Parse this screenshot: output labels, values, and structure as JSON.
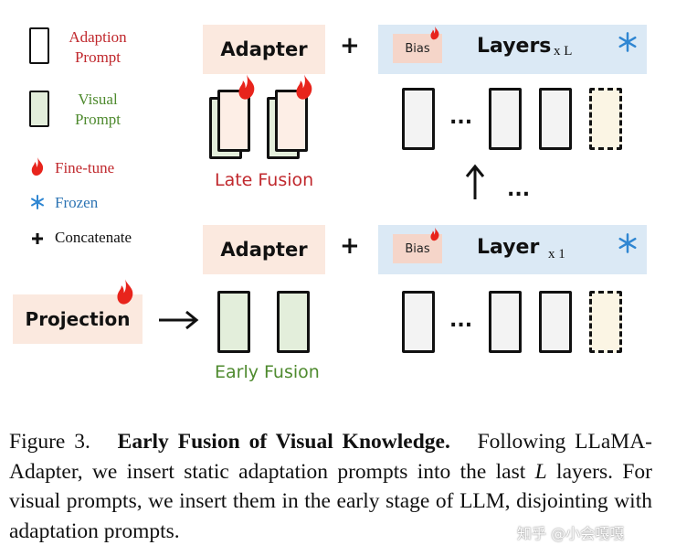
{
  "legend": {
    "adaption_prompt_line1": "Adaption",
    "adaption_prompt_line2": "Prompt",
    "visual_prompt_line1": "Visual",
    "visual_prompt_line2": "Prompt",
    "fine_tune": "Fine-tune",
    "frozen": "Frozen",
    "concatenate": "Concatenate"
  },
  "colors": {
    "adaption_text": "#c0282d",
    "visual_text": "#4e8a2e",
    "frozen_text": "#2b73b3",
    "fire": "#e8241c",
    "snowflake": "#2f86d2",
    "adapter_bg": "#fbe9df",
    "layers_bg": "#dbe9f5"
  },
  "top_row": {
    "adapter": "Adapter",
    "plus": "+",
    "bias": "Bias",
    "layers": "Layers",
    "multiplier": "x L",
    "fusion_label": "Late Fusion",
    "ellipsis": "...",
    "up_ellipsis": "..."
  },
  "bottom_row": {
    "adapter": "Adapter",
    "plus": "+",
    "bias": "Bias",
    "layer": "Layer",
    "multiplier": "x 1",
    "projection": "Projection",
    "arrow": "→",
    "fusion_label": "Early Fusion",
    "ellipsis": "..."
  },
  "caption": {
    "figure_num": "Figure 3.",
    "title": "Early Fusion of Visual Knowledge.",
    "text_1": "Following LLaMA-Adapter, we insert static adaptation prompts into the last",
    "italic_L": "L",
    "text_2": "layers. For visual prompts, we insert them in the early stage of LLM, disjointing with adaptation prompts."
  },
  "watermark": "知乎 @小会嘎嘎",
  "icons": [
    "fire-icon",
    "snowflake-icon",
    "plus-icon",
    "arrow-right-icon",
    "arrow-up-icon"
  ]
}
